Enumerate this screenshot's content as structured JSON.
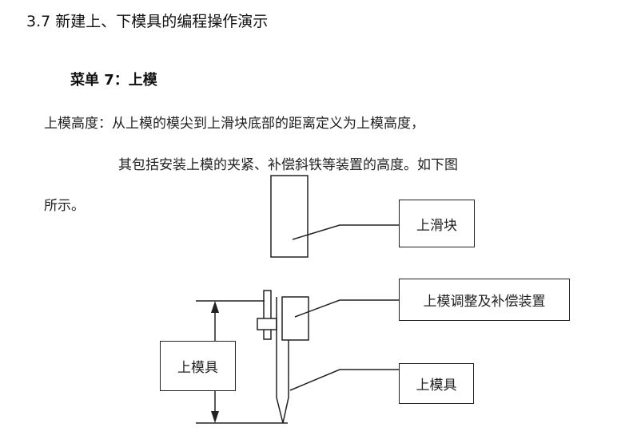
{
  "heading": "3.7 新建上、下模具的编程操作演示",
  "menu_title": "菜单 7：上模",
  "paragraph": {
    "line1": "上模高度：从上模的模尖到上滑块底部的距离定义为上模高度，",
    "line2": "其包括安装上模的夹紧、补偿斜铁等装置的高度。如下图",
    "line3": "所示。"
  },
  "diagram": {
    "labels": {
      "slide": "上滑块",
      "adjust": "上模调整及补偿装置",
      "upper_die_right": "上模具",
      "upper_die_left": "上模具"
    }
  }
}
